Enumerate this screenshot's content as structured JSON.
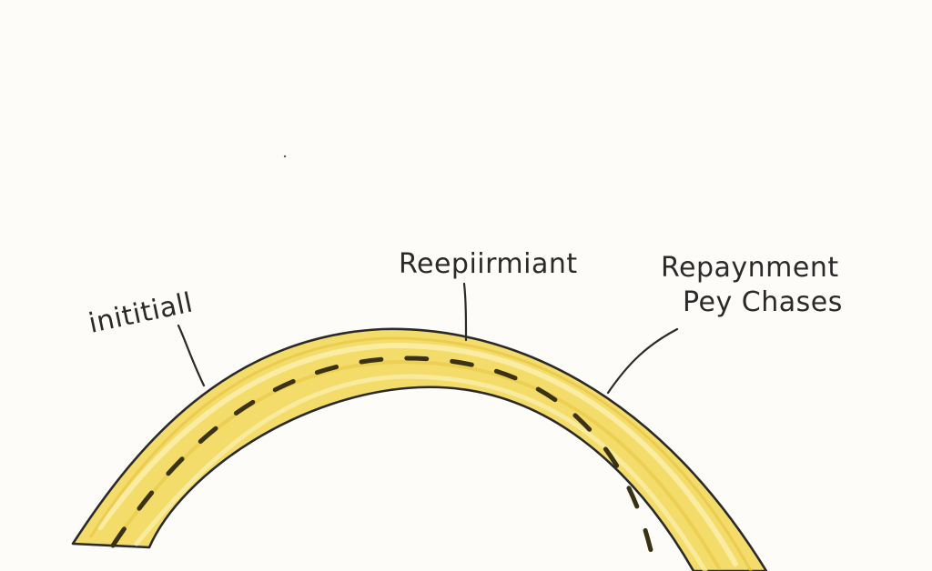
{
  "diagram": {
    "labels": [
      {
        "id": "initial",
        "text": "inititiall"
      },
      {
        "id": "middle",
        "text": "Reepiirmiant"
      },
      {
        "id": "right_line1",
        "text": "Repaynment"
      },
      {
        "id": "right_line2",
        "text": "Pey Chases"
      }
    ]
  },
  "colors": {
    "background": "#fdfcf8",
    "road_fill": "#f3dc6a",
    "road_highlight": "#fbf0b0",
    "road_outline": "#2a2a2a",
    "dash": "#3a3214",
    "ink": "#2a2a2a"
  }
}
